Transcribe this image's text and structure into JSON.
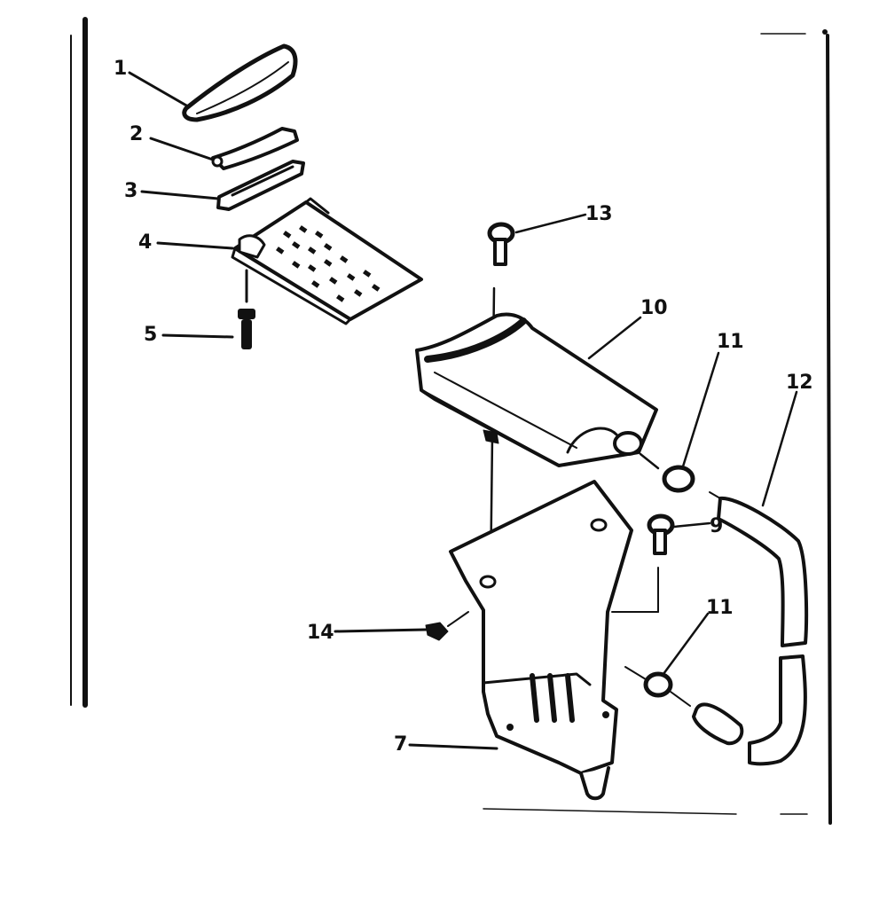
{
  "diagram": {
    "labels": {
      "l1": "1",
      "l2": "2",
      "l3": "3",
      "l4": "4",
      "l5": "5",
      "l7": "7",
      "l9": "9",
      "l10": "10",
      "l11a": "11",
      "l11b": "11",
      "l12": "12",
      "l13": "13",
      "l14": "14"
    },
    "colors": {
      "ink": "#111111",
      "paper": "#ffffff"
    }
  }
}
